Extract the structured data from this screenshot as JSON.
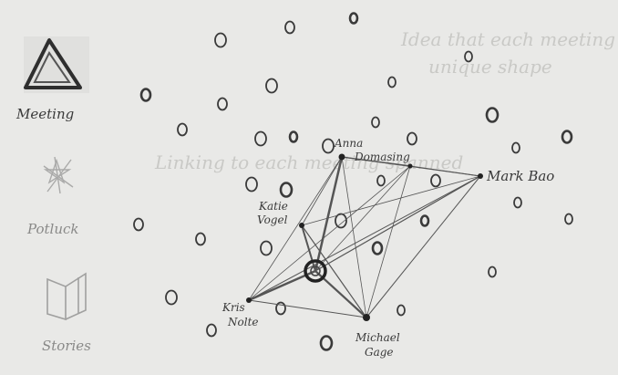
{
  "sidebar": {
    "items": [
      {
        "label": "Meeting",
        "icon": "triangle-icon"
      },
      {
        "label": "Potluck",
        "icon": "star-scribble-icon"
      },
      {
        "label": "Stories",
        "icon": "book-icon"
      }
    ]
  },
  "notes": {
    "line1": "Idea that each meeting has a",
    "line2": "unique shape",
    "line3": "Linking to each meeting spanned"
  },
  "people": [
    {
      "name1": "Anna",
      "name2": "Domasing"
    },
    {
      "name1": "Mark Bao",
      "name2": ""
    },
    {
      "name1": "Katie",
      "name2": "Vogel"
    },
    {
      "name1": "Kris",
      "name2": "Nolte"
    },
    {
      "name1": "Michael",
      "name2": "Gage"
    }
  ]
}
